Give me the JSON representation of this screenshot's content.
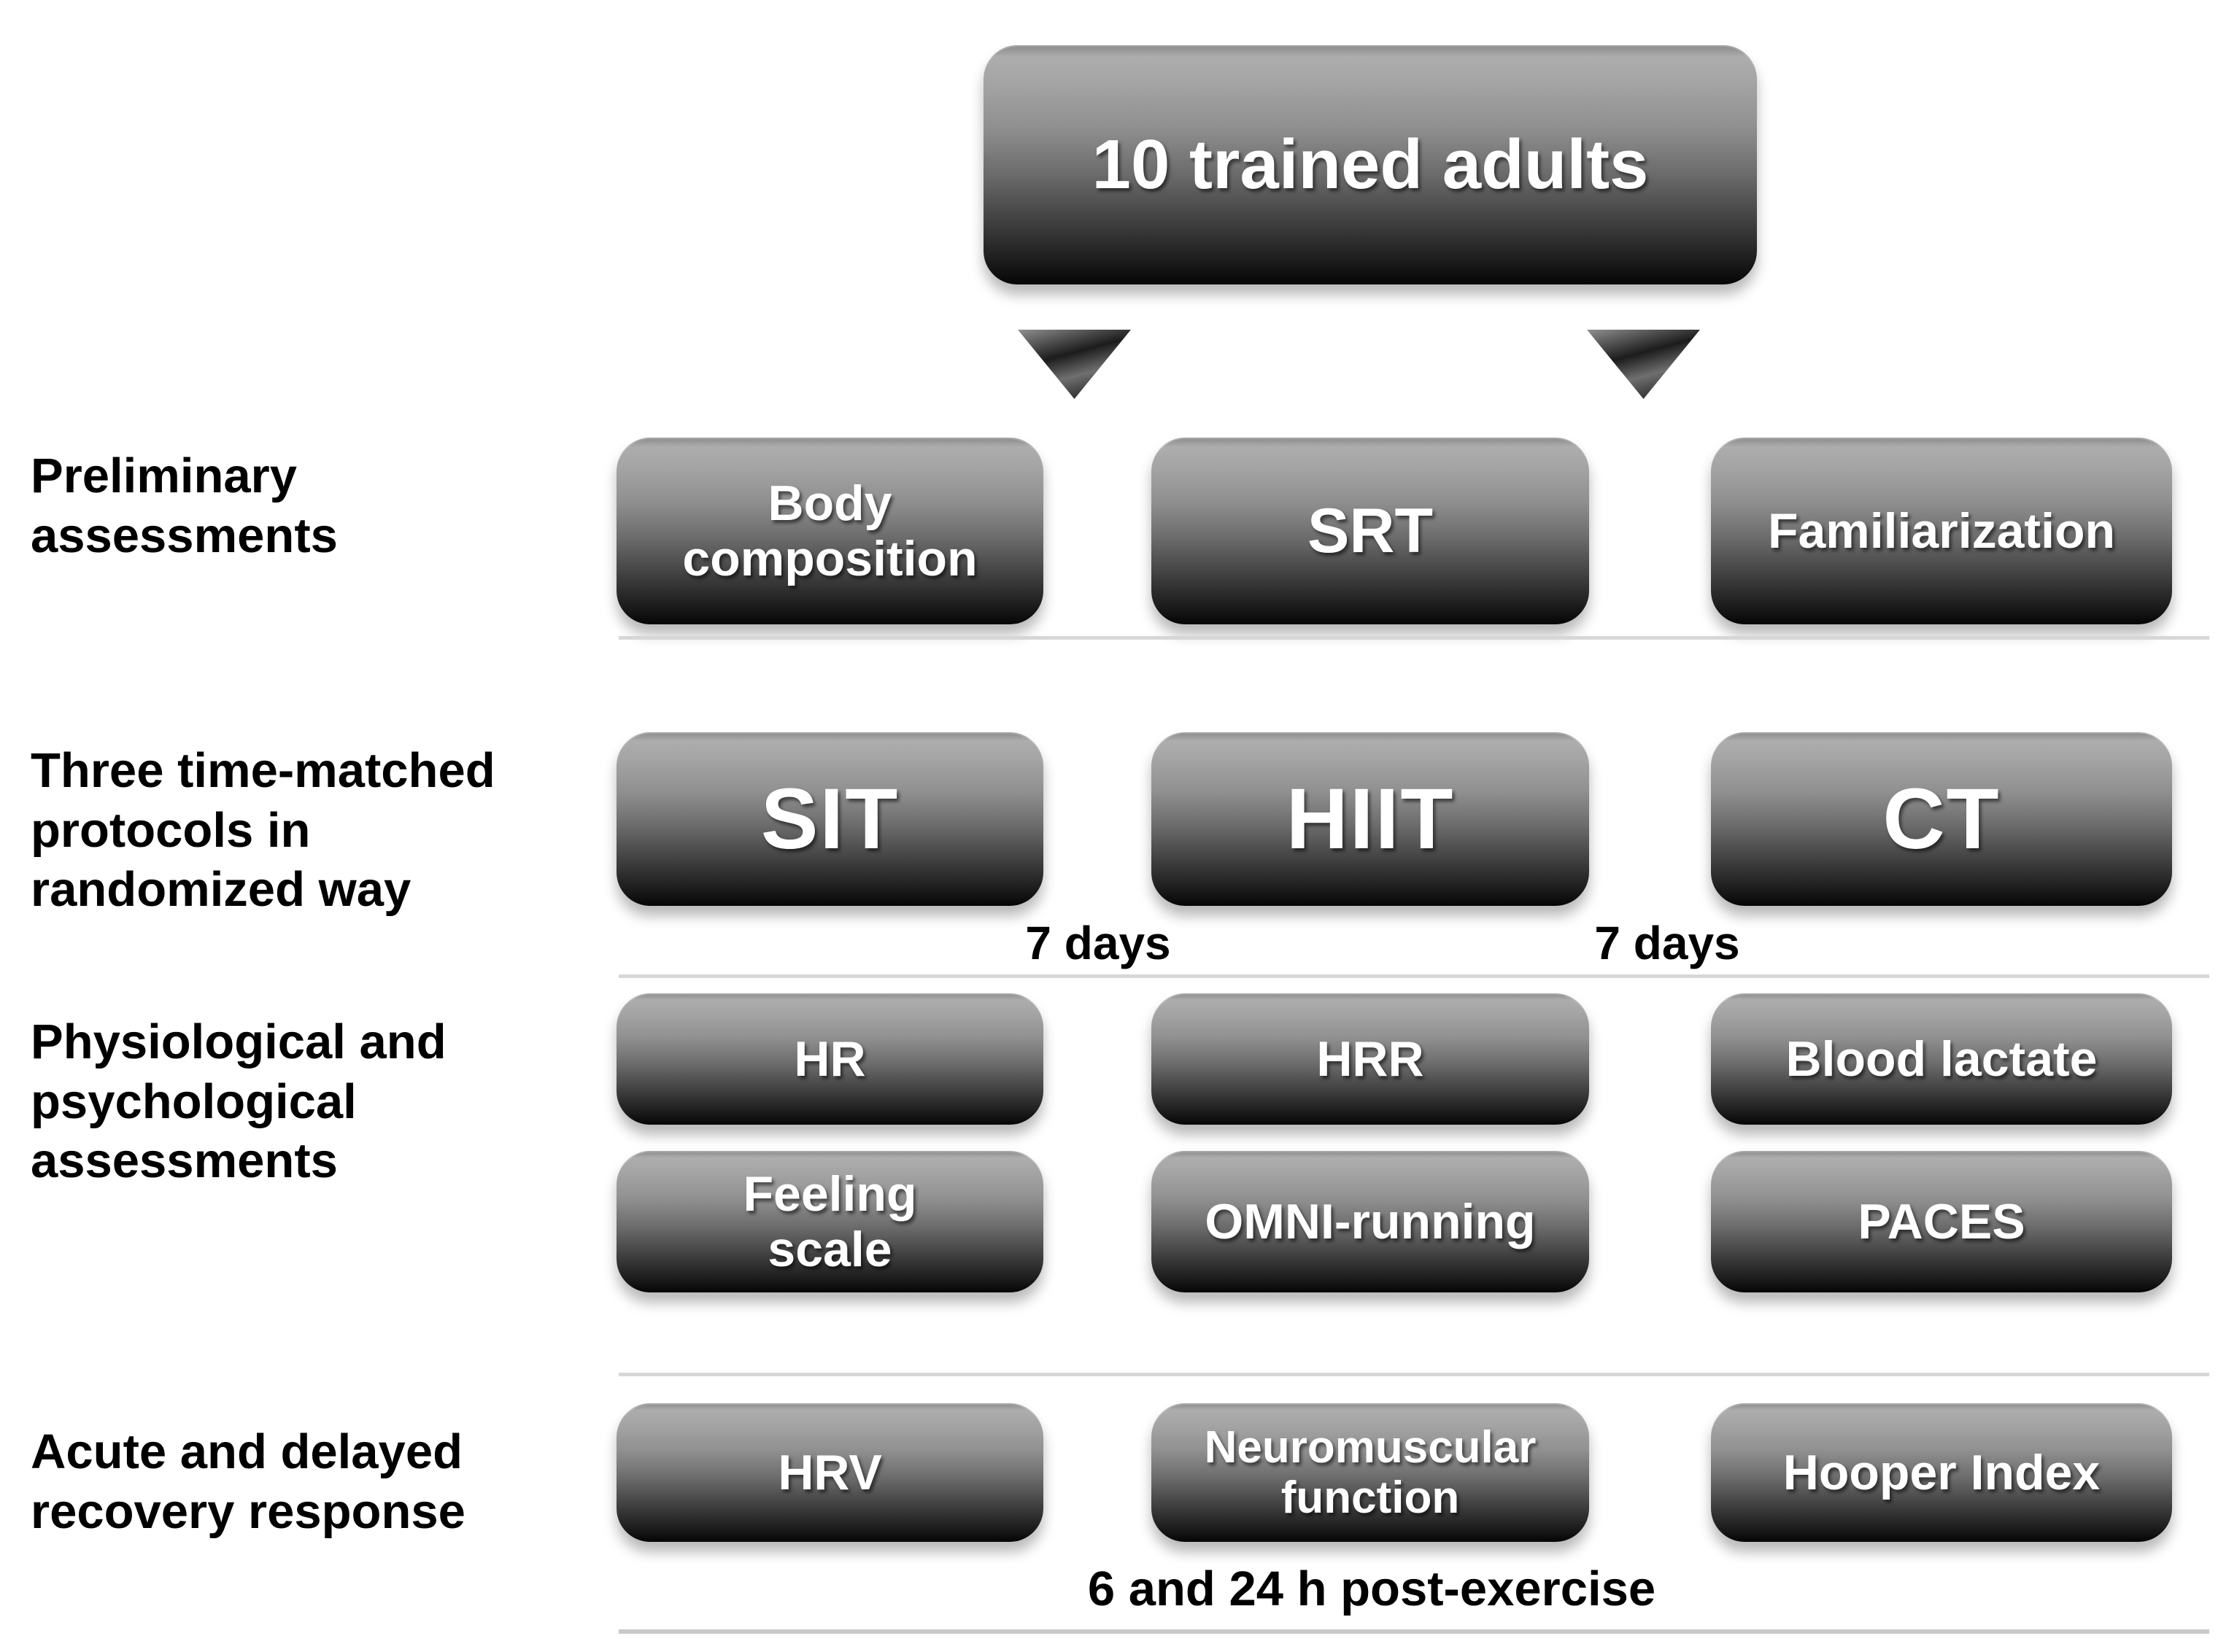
{
  "title_box": {
    "label": "10 trained adults"
  },
  "sections": [
    {
      "label": "Preliminary assessments",
      "boxes": [
        "Body composition",
        "SRT",
        "Familiarization"
      ]
    },
    {
      "label": "Three time-matched protocols in randomized way",
      "boxes": [
        "SIT",
        "HIIT",
        "CT"
      ],
      "interval_labels": [
        "7 days",
        "7 days"
      ]
    },
    {
      "label": "Physiological and psychological assessments",
      "rows": [
        [
          "HR",
          "HRR",
          "Blood lactate"
        ],
        [
          "Feeling scale",
          "OMNI-running",
          "PACES"
        ]
      ]
    },
    {
      "label": "Acute and delayed recovery response",
      "boxes": [
        "HRV",
        "Neuromuscular function",
        "Hooper Index"
      ],
      "footnote": "6 and 24 h post-exercise"
    }
  ],
  "icons": {
    "flow_arrow": "triangle-down"
  },
  "colors": {
    "box_gradient_top": "#adadad",
    "box_gradient_bottom": "#050505",
    "box_text": "#ffffff",
    "label_text": "#000000",
    "divider": "#d7d7d7",
    "background": "#ffffff"
  }
}
